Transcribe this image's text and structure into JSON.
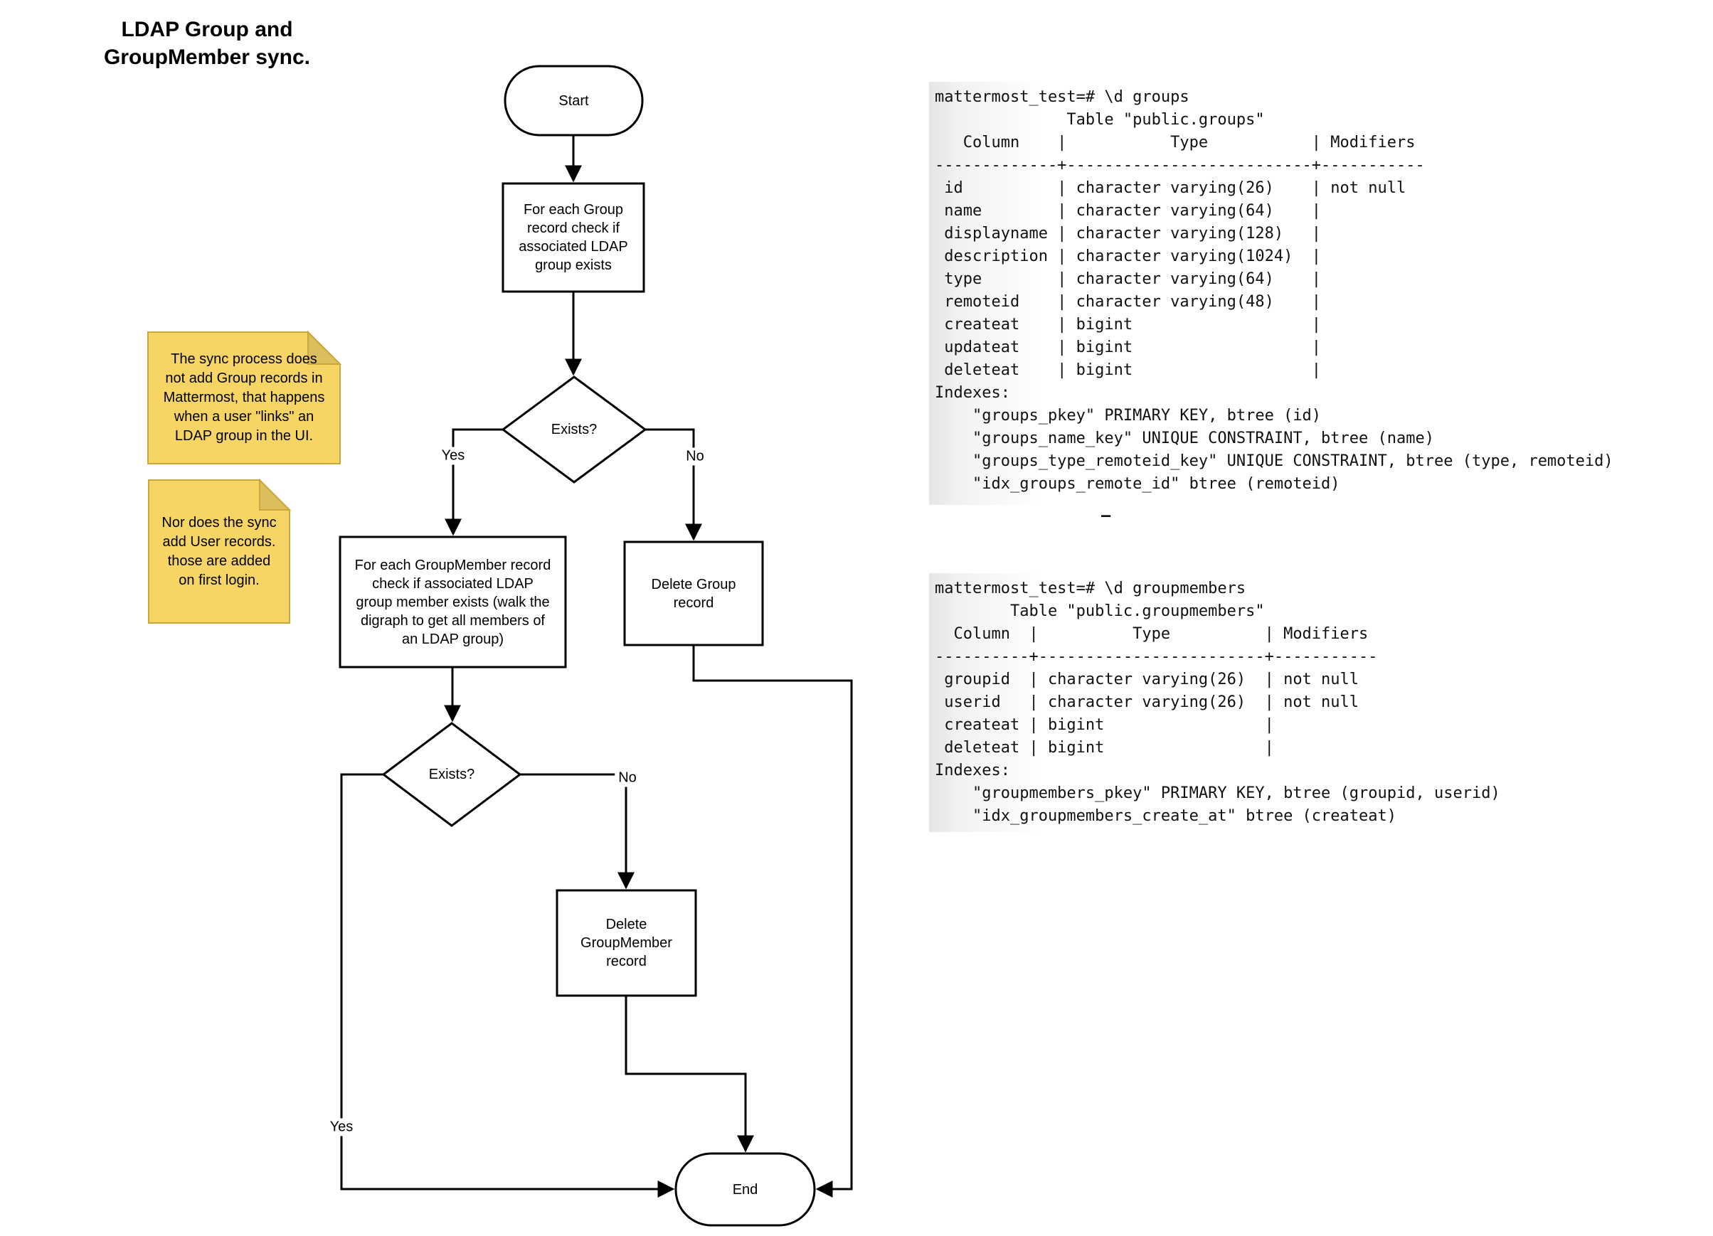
{
  "page_title": "LDAP Group and\nGroupMember sync.",
  "flowchart": {
    "start": "Start",
    "process_group_check": "For each Group\nrecord check if\nassociated LDAP\ngroup exists",
    "decision_group_exists": "Exists?",
    "label_yes_1": "Yes",
    "label_no_1": "No",
    "process_groupmember_check": "For each GroupMember record\ncheck if associated LDAP\ngroup member exists (walk the\ndigraph to get all members of\nan LDAP group)",
    "process_delete_group": "Delete Group\nrecord",
    "decision_member_exists": "Exists?",
    "label_yes_2": "Yes",
    "label_no_2": "No",
    "process_delete_groupmember": "Delete\nGroupMember\nrecord",
    "end": "End",
    "line_color": "#000000",
    "node_fill": "#ffffff"
  },
  "notes": {
    "note1": "The sync process does\nnot add Group records in\nMattermost, that happens\nwhen a user \"links\" an\nLDAP group in the UI.",
    "note2": "Nor does the sync\nadd User records.\nthose are added\non first login.",
    "fill_color": "#F6D565",
    "fold_color": "#DDBE5C",
    "border_color": "#C9A73D"
  },
  "terminals": {
    "groups_output": "mattermost_test=# \\d groups\n              Table \"public.groups\"\n   Column    |           Type           | Modifiers \n-------------+--------------------------+-----------\n id          | character varying(26)    | not null\n name        | character varying(64)    | \n displayname | character varying(128)   | \n description | character varying(1024)  | \n type        | character varying(64)    | \n remoteid    | character varying(48)    | \n createat    | bigint                   | \n updateat    | bigint                   | \n deleteat    | bigint                   | \nIndexes:\n    \"groups_pkey\" PRIMARY KEY, btree (id)\n    \"groups_name_key\" UNIQUE CONSTRAINT, btree (name)\n    \"groups_type_remoteid_key\" UNIQUE CONSTRAINT, btree (type, remoteid)\n    \"idx_groups_remote_id\" btree (remoteid)",
    "groupmembers_output": "mattermost_test=# \\d groupmembers\n        Table \"public.groupmembers\"\n  Column  |          Type          | Modifiers \n----------+------------------------+-----------\n groupid  | character varying(26)  | not null\n userid   | character varying(26)  | not null\n createat | bigint                 | \n deleteat | bigint                 | \nIndexes:\n    \"groupmembers_pkey\" PRIMARY KEY, btree (groupid, userid)\n    \"idx_groupmembers_create_at\" btree (createat)",
    "stray_mark": "–"
  }
}
